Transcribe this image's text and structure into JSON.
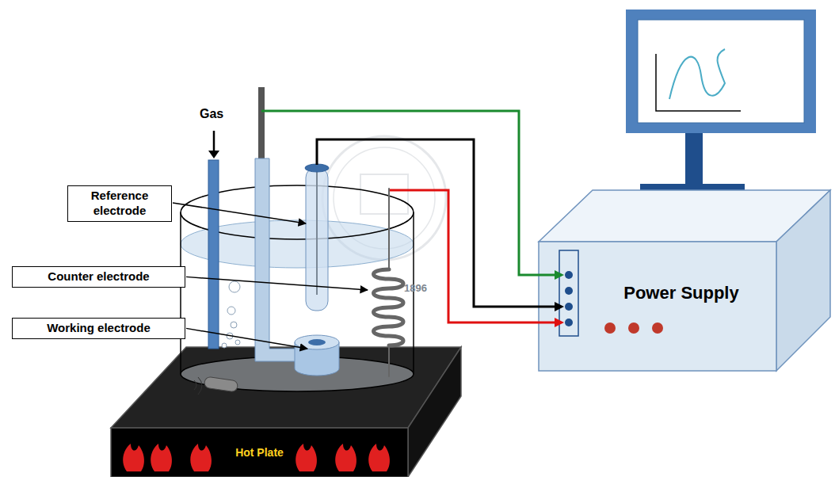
{
  "diagram": {
    "nodes": [
      {
        "text": [
          "Reference electrode"
        ]
      },
      {
        "text": [
          "Counter electrode"
        ]
      },
      {
        "text": [
          "Working electrode"
        ]
      },
      {
        "text": [
          "Power Supply"
        ]
      },
      {
        "text": [
          "Hot Plate"
        ]
      }
    ],
    "labels": [
      "Gas",
      "1896"
    ]
  }
}
